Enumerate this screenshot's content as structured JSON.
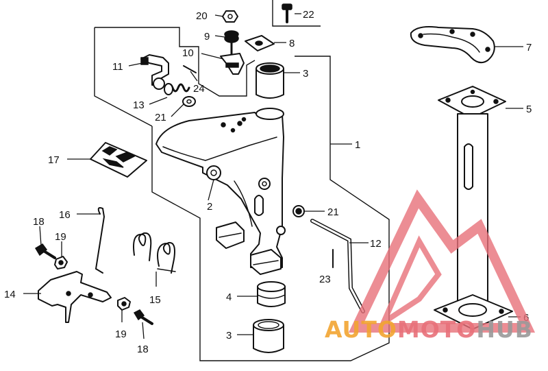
{
  "callouts": [
    {
      "id": "c20",
      "label": "20"
    },
    {
      "id": "c22",
      "label": "22"
    },
    {
      "id": "c9",
      "label": "9"
    },
    {
      "id": "c8",
      "label": "8"
    },
    {
      "id": "c7",
      "label": "7"
    },
    {
      "id": "c10",
      "label": "10"
    },
    {
      "id": "c11",
      "label": "11"
    },
    {
      "id": "c3a",
      "label": "3"
    },
    {
      "id": "c24",
      "label": "24"
    },
    {
      "id": "c13",
      "label": "13"
    },
    {
      "id": "c21a",
      "label": "21"
    },
    {
      "id": "c5",
      "label": "5"
    },
    {
      "id": "c1",
      "label": "1"
    },
    {
      "id": "c17",
      "label": "17"
    },
    {
      "id": "c2",
      "label": "2"
    },
    {
      "id": "c16",
      "label": "16"
    },
    {
      "id": "c21b",
      "label": "21"
    },
    {
      "id": "c18a",
      "label": "18"
    },
    {
      "id": "c19a",
      "label": "19"
    },
    {
      "id": "c12",
      "label": "12"
    },
    {
      "id": "c23",
      "label": "23"
    },
    {
      "id": "c14",
      "label": "14"
    },
    {
      "id": "c15",
      "label": "15"
    },
    {
      "id": "c4",
      "label": "4"
    },
    {
      "id": "c3b",
      "label": "3"
    },
    {
      "id": "c19b",
      "label": "19"
    },
    {
      "id": "c18b",
      "label": "18"
    },
    {
      "id": "c6",
      "label": "6"
    }
  ],
  "watermark": {
    "part1": "AUTO",
    "part2": "MOTO",
    "part3": "HUB",
    "color_primary": "#f2a531",
    "color_secondary": "#e8717a",
    "color_tertiary": "#9a9a9a",
    "logo_color": "#e8717a"
  }
}
